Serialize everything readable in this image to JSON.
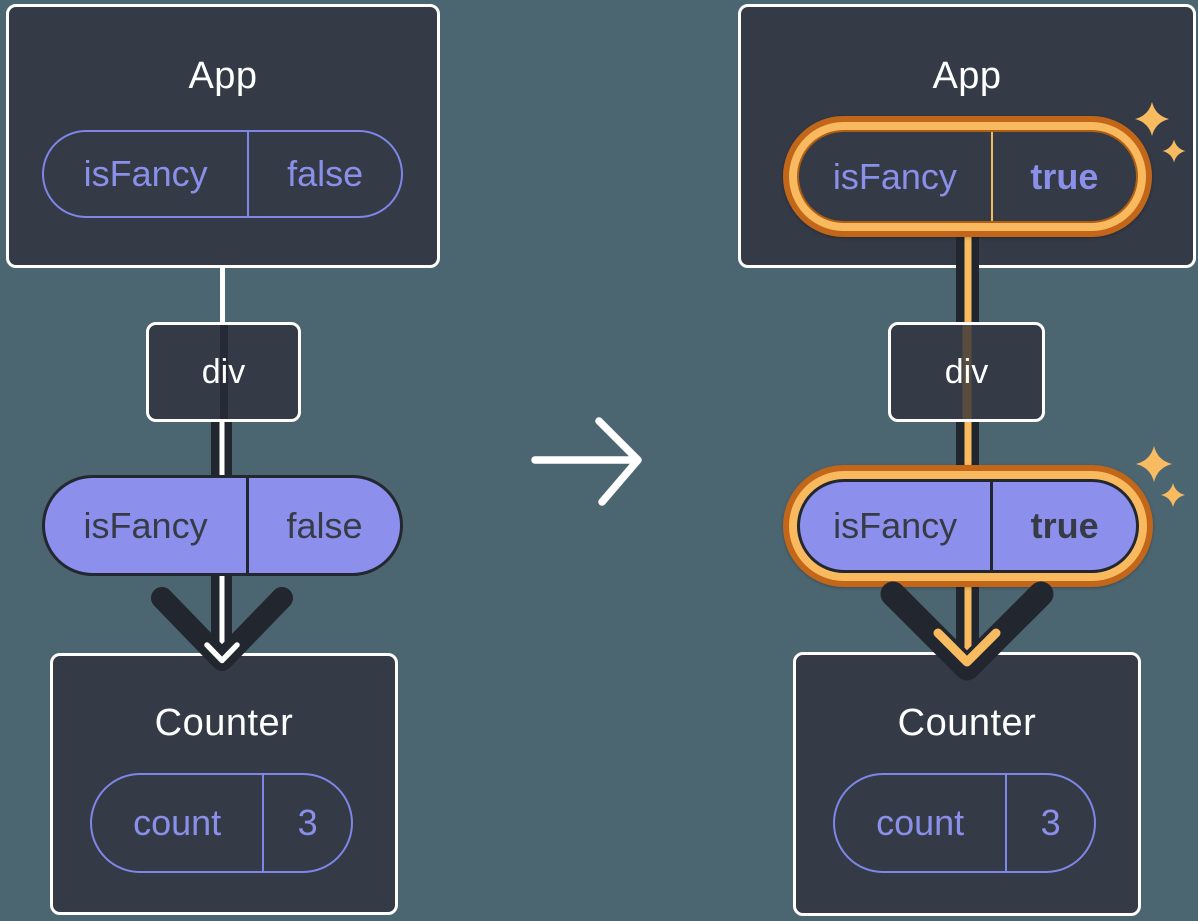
{
  "palette": {
    "background": "#4C6671",
    "card_fill": "#343A46",
    "card_border": "#FFFFFF",
    "purple_outline": "#7E86E8",
    "purple_text": "#8A90E9",
    "purple_pill_fill": "#8C90EC",
    "dark_line": "#22262F",
    "orange_dark": "#C2661A",
    "orange_light": "#F8B95F",
    "white": "#FFFFFF"
  },
  "left": {
    "app": {
      "title": "App",
      "state_pill": {
        "name": "isFancy",
        "value": "false"
      }
    },
    "div_node": {
      "label": "div"
    },
    "prop_pill": {
      "name": "isFancy",
      "value": "false"
    },
    "counter": {
      "title": "Counter",
      "state_pill": {
        "name": "count",
        "value": "3"
      }
    }
  },
  "right": {
    "app": {
      "title": "App",
      "state_pill": {
        "name": "isFancy",
        "value": "true"
      }
    },
    "div_node": {
      "label": "div"
    },
    "prop_pill": {
      "name": "isFancy",
      "value": "true"
    },
    "counter": {
      "title": "Counter",
      "state_pill": {
        "name": "count",
        "value": "3"
      }
    }
  },
  "icons": {
    "transition": "arrow-right-icon",
    "flow": "arrow-down-icon",
    "highlight": "sparkle-icon"
  }
}
